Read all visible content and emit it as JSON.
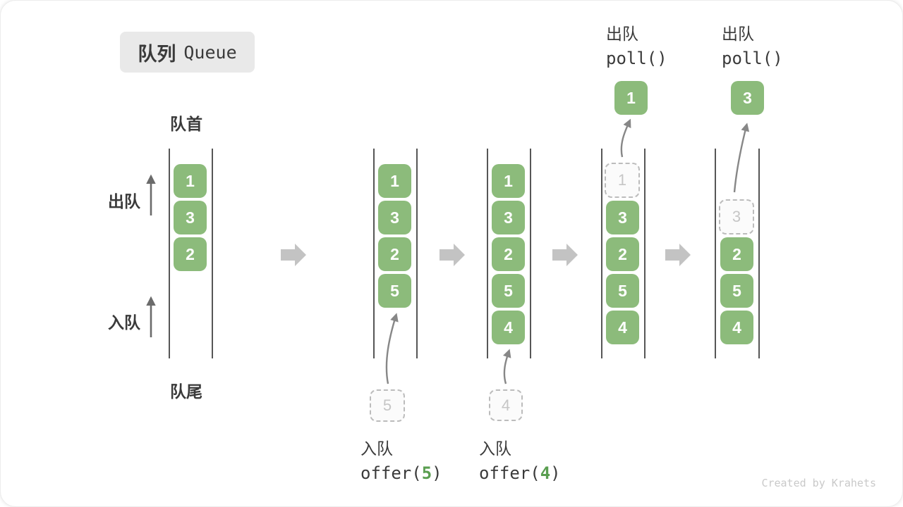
{
  "title": {
    "zh": "队列",
    "en": "Queue"
  },
  "labels": {
    "front": "队首",
    "rear": "队尾",
    "dequeue": "出队",
    "enqueue": "入队"
  },
  "states": [
    {
      "blocks": [
        "1",
        "3",
        "2"
      ]
    },
    {
      "blocks": [
        "1",
        "3",
        "2",
        "5"
      ],
      "pending": "5",
      "op": {
        "label": "入队",
        "code_open": "offer(",
        "arg": "5",
        "code_close": ")"
      }
    },
    {
      "blocks": [
        "1",
        "3",
        "2",
        "5",
        "4"
      ],
      "pending": "4",
      "op": {
        "label": "入队",
        "code_open": "offer(",
        "arg": "4",
        "code_close": ")"
      }
    },
    {
      "blocks": [
        "3",
        "2",
        "5",
        "4"
      ],
      "removed": "1",
      "op": {
        "label": "出队",
        "code": "poll()"
      }
    },
    {
      "blocks": [
        "2",
        "5",
        "4"
      ],
      "removed": "3",
      "op": {
        "label": "出队",
        "code": "poll()"
      }
    }
  ],
  "watermark": "Created by Krahets",
  "colors": {
    "block_green": "#8cbb7b",
    "code_arg_green": "#5a9e50",
    "flow_arrow_gray": "#c3c3c3",
    "wall_gray": "#565656",
    "badge_bg": "#e9e9e9",
    "text_dark": "#3a3a3a",
    "dashed_border_gray": "#bcbcbc",
    "watermark_gray": "#c9c9c9"
  }
}
